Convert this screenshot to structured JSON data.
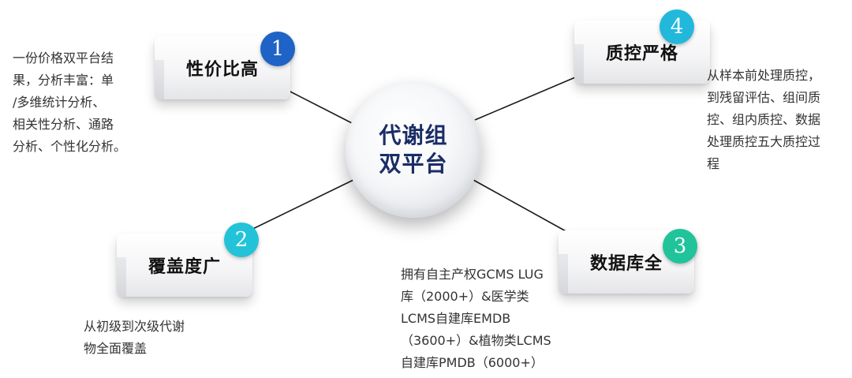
{
  "center": {
    "line1": "代谢组",
    "line2": "双平台"
  },
  "nodes": [
    {
      "number": "1",
      "title": "性价比高",
      "badge_color": "#1f63c6",
      "desc_lines": [
        "一份价格双平台结",
        "果，分析丰富：单",
        "/多维统计分析、",
        "相关性分析、通路",
        "分析、个性化分析。"
      ]
    },
    {
      "number": "2",
      "title": "覆盖度广",
      "badge_color": "#22c3d9",
      "desc_lines": [
        "从初级到次级代谢",
        "物全面覆盖"
      ]
    },
    {
      "number": "3",
      "title": "数据库全",
      "badge_color": "#21c49a",
      "desc_lines": [
        "拥有自主产权GCMS LUG",
        "库（2000+）&医学类",
        "LCMS自建库EMDB",
        "（3600+）&植物类LCMS",
        "自建库PMDB（6000+）"
      ]
    },
    {
      "number": "4",
      "title": "质控严格",
      "badge_color": "#22b8dc",
      "desc_lines": [
        "从样本前处理质控，",
        "到残留评估、组间质",
        "控、组内质控、数据",
        "处理质控五大质控过",
        "程"
      ]
    }
  ]
}
